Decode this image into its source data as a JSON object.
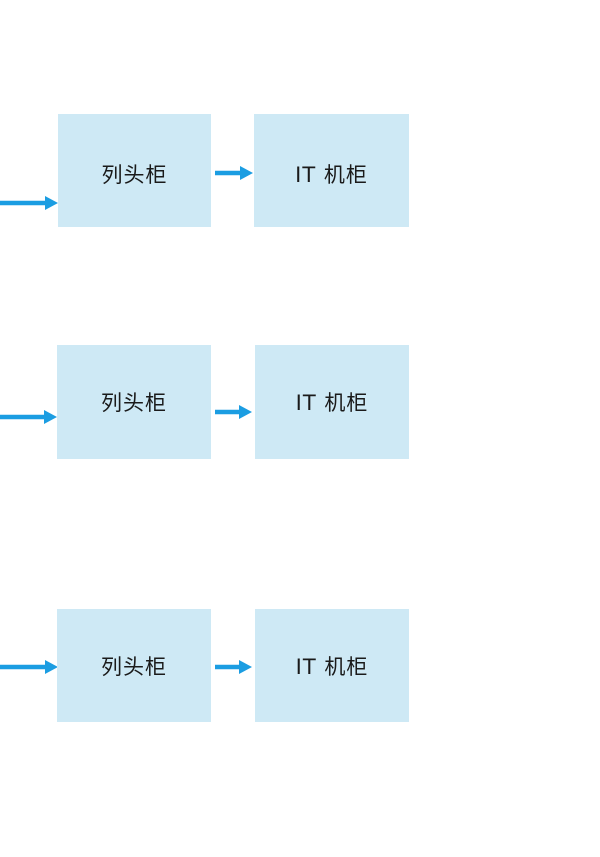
{
  "diagram": {
    "rows": [
      {
        "source": "列头柜",
        "target": "IT 机柜"
      },
      {
        "source": "列头柜",
        "target": "IT 机柜"
      },
      {
        "source": "列头柜",
        "target": "IT 机柜"
      }
    ]
  },
  "colors": {
    "box_fill": "#cee9f5",
    "arrow": "#1b9de2",
    "text": "#1a1a1a",
    "page_bg": "#ffffff"
  }
}
